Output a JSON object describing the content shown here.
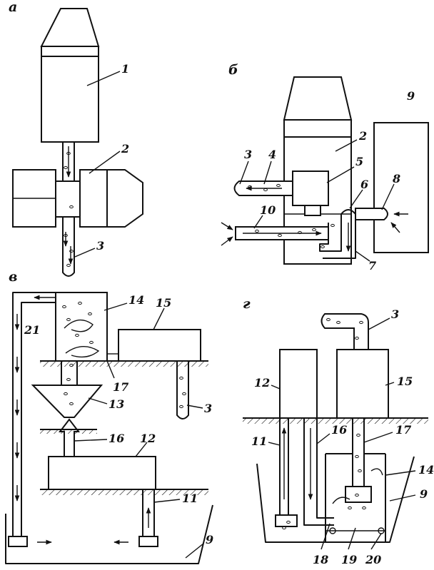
{
  "panels": [
    {
      "id": "a",
      "label": "а",
      "items": [
        {
          "key": "n1",
          "text": "1"
        },
        {
          "key": "n2",
          "text": "2"
        },
        {
          "key": "n3",
          "text": "3"
        }
      ]
    },
    {
      "id": "b",
      "label": "б",
      "items": [
        {
          "key": "n2",
          "text": "2"
        },
        {
          "key": "n3",
          "text": "3"
        },
        {
          "key": "n4",
          "text": "4"
        },
        {
          "key": "n5",
          "text": "5"
        },
        {
          "key": "n6",
          "text": "6"
        },
        {
          "key": "n7",
          "text": "7"
        },
        {
          "key": "n8",
          "text": "8"
        },
        {
          "key": "n9",
          "text": "9"
        },
        {
          "key": "n10",
          "text": "10"
        }
      ]
    },
    {
      "id": "c",
      "label": "в",
      "items": [
        {
          "key": "n3",
          "text": "3"
        },
        {
          "key": "n9",
          "text": "9"
        },
        {
          "key": "n11",
          "text": "11"
        },
        {
          "key": "n12",
          "text": "12"
        },
        {
          "key": "n13",
          "text": "13"
        },
        {
          "key": "n14",
          "text": "14"
        },
        {
          "key": "n15",
          "text": "15"
        },
        {
          "key": "n16",
          "text": "16"
        },
        {
          "key": "n17",
          "text": "17"
        },
        {
          "key": "n21",
          "text": "21"
        }
      ]
    },
    {
      "id": "d",
      "label": "г",
      "items": [
        {
          "key": "n3",
          "text": "3"
        },
        {
          "key": "n9",
          "text": "9"
        },
        {
          "key": "n11",
          "text": "11"
        },
        {
          "key": "n12",
          "text": "12"
        },
        {
          "key": "n14",
          "text": "14"
        },
        {
          "key": "n15",
          "text": "15"
        },
        {
          "key": "n16",
          "text": "16"
        },
        {
          "key": "n17",
          "text": "17"
        },
        {
          "key": "n18",
          "text": "18"
        },
        {
          "key": "n19",
          "text": "19"
        },
        {
          "key": "n20",
          "text": "20"
        }
      ]
    }
  ],
  "icons": {
    "flow_arrow": "arrow-icon",
    "ejector_nozzle": "nozzle-icon",
    "bubbles": "bubble-icon",
    "ground_hatch": "hatch-icon"
  }
}
